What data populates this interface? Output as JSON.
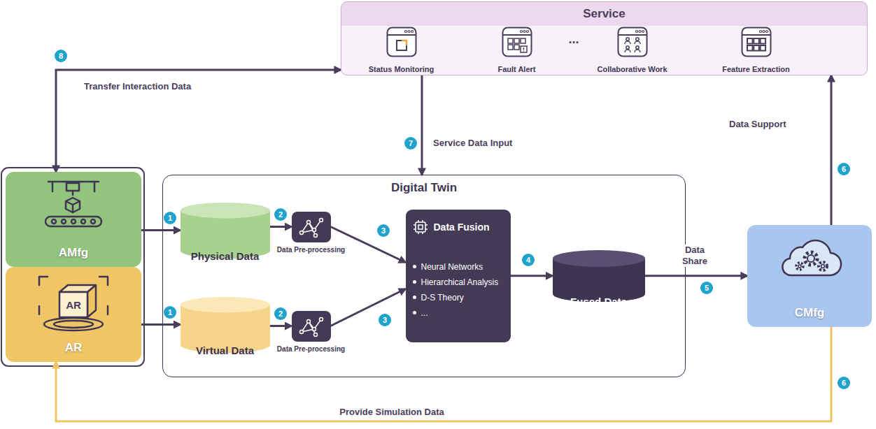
{
  "diagram": {
    "nodes": [
      {
        "text": [
          "Service"
        ]
      },
      {
        "text": [
          "Status Monitoring"
        ],
        "in": 0
      },
      {
        "text": [
          "Fault Alert"
        ],
        "in": 0
      },
      {
        "text": [
          "Collaborative Work"
        ],
        "in": 0
      },
      {
        "text": [
          "Feature Extraction"
        ],
        "in": 0
      },
      {
        "text": [
          "AMfg"
        ]
      },
      {
        "text": [
          "AR"
        ]
      },
      {
        "text": [
          "Digital Twin"
        ]
      },
      {
        "text": [
          "Physical Data"
        ],
        "in": 7
      },
      {
        "text": [
          "Virtual Data"
        ],
        "in": 7
      },
      {
        "text": [
          "Data Pre-processing"
        ],
        "in": 7
      },
      {
        "text": [
          "Data Pre-processing"
        ],
        "in": 7
      },
      {
        "text": [
          "Data Fusion",
          "Neural Networks",
          "Hierarchical Analysis",
          "D-S Theory",
          "..."
        ],
        "in": 7
      },
      {
        "text": [
          "Fused Data"
        ],
        "in": 7
      },
      {
        "text": [
          "CMfg"
        ]
      }
    ],
    "edges": [
      {
        "from": 5,
        "to": 8,
        "arrow": "to",
        "label": "1"
      },
      {
        "from": 6,
        "to": 9,
        "arrow": "to",
        "label": "1"
      },
      {
        "from": 8,
        "to": 10,
        "arrow": "to",
        "label": "2"
      },
      {
        "from": 9,
        "to": 11,
        "arrow": "to",
        "label": "2"
      },
      {
        "from": 10,
        "to": 12,
        "arrow": "to",
        "label": "3"
      },
      {
        "from": 11,
        "to": 12,
        "arrow": "to",
        "label": "3"
      },
      {
        "from": 12,
        "to": 13,
        "arrow": "to",
        "label": "4"
      },
      {
        "from": 13,
        "to": 14,
        "arrow": "to",
        "label": "Data Share"
      },
      {
        "from": 14,
        "to": 0,
        "arrow": "to",
        "label": "Data Support"
      },
      {
        "from": 0,
        "to": 7,
        "arrow": "to",
        "label": "Service Data Input"
      },
      {
        "from": 0,
        "to": 5,
        "arrow": "both",
        "label": "Transfer Interaction Data"
      },
      {
        "from": 14,
        "to": 6,
        "arrow": "to",
        "label": "Provide Simulation Data"
      }
    ],
    "labels": [
      "...",
      "8",
      "7",
      "6",
      "5",
      "6",
      "AR"
    ]
  }
}
